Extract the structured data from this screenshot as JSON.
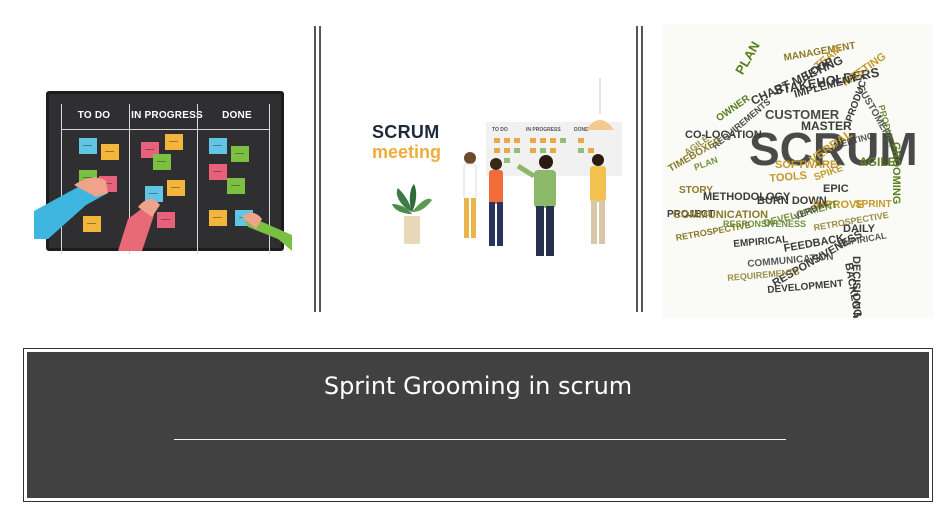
{
  "kanban": {
    "columns": [
      "TO DO",
      "IN PROGRESS",
      "DONE"
    ]
  },
  "meeting": {
    "title_line1": "SCRUM",
    "title_line2": "meeting",
    "board_columns": [
      "TO DO",
      "IN PROGRESS",
      "DONE"
    ]
  },
  "wordcloud": {
    "words": [
      "SCRUM",
      "CUSTOMER",
      "STAKEHOLDERS",
      "MASTER",
      "PRODUCT",
      "AGILE",
      "GROOMING",
      "MANAGEMENT",
      "PLAN",
      "TEAM",
      "MEETING",
      "LOOP",
      "IMPLEMENT",
      "CHART MEETING",
      "CO-LOCATION",
      "REQUIREMENTS",
      "OWNER",
      "DECISION MAKING",
      "DEVELOPMENT",
      "BURN DOWN",
      "EMPIRICAL",
      "TOOLS",
      "SOFTWARE",
      "VERBAL",
      "SPIKE",
      "EPIC",
      "PROJECT",
      "STORY",
      "METHODOLOGY",
      "COMMUNICATION",
      "FEEDBACK",
      "IMPROVE",
      "RETROSPECTIVE",
      "BACKLOG",
      "DAILY",
      "RESPONSIVENESS",
      "TIMEBOXED",
      "SPRINT"
    ]
  },
  "caption": {
    "title": "Sprint Grooming in scrum"
  }
}
